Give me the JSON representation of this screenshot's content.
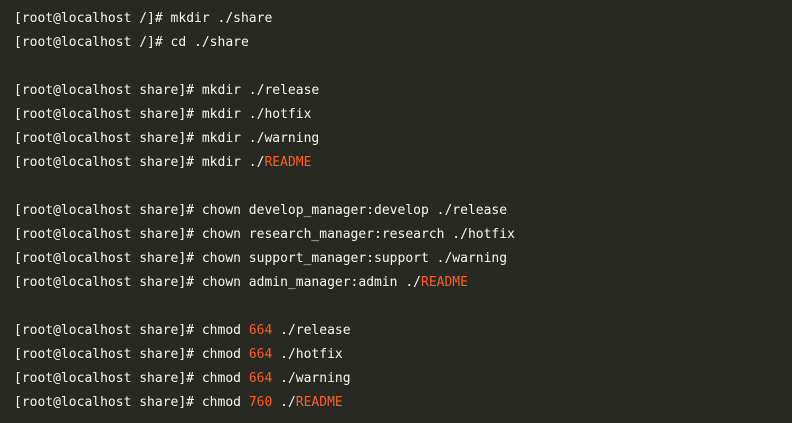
{
  "lines": [
    {
      "prompt": "[root@localhost /]#",
      "parts": [
        {
          "t": " mkdir ./share",
          "c": "cmd"
        }
      ]
    },
    {
      "prompt": "[root@localhost /]#",
      "parts": [
        {
          "t": " cd ./share",
          "c": "cmd"
        }
      ]
    },
    {
      "blank": true
    },
    {
      "prompt": "[root@localhost share]#",
      "parts": [
        {
          "t": " mkdir ./release",
          "c": "cmd"
        }
      ]
    },
    {
      "prompt": "[root@localhost share]#",
      "parts": [
        {
          "t": " mkdir ./hotfix",
          "c": "cmd"
        }
      ]
    },
    {
      "prompt": "[root@localhost share]#",
      "parts": [
        {
          "t": " mkdir ./warning",
          "c": "cmd"
        }
      ]
    },
    {
      "prompt": "[root@localhost share]#",
      "parts": [
        {
          "t": " mkdir ./",
          "c": "cmd"
        },
        {
          "t": "README",
          "c": "hl"
        }
      ]
    },
    {
      "blank": true
    },
    {
      "prompt": "[root@localhost share]#",
      "parts": [
        {
          "t": " chown develop_manager:develop ./release",
          "c": "cmd"
        }
      ]
    },
    {
      "prompt": "[root@localhost share]#",
      "parts": [
        {
          "t": " chown research_manager:research ./hotfix",
          "c": "cmd"
        }
      ]
    },
    {
      "prompt": "[root@localhost share]#",
      "parts": [
        {
          "t": " chown support_manager:support ./warning",
          "c": "cmd"
        }
      ]
    },
    {
      "prompt": "[root@localhost share]#",
      "parts": [
        {
          "t": " chown admin_manager:admin ./",
          "c": "cmd"
        },
        {
          "t": "README",
          "c": "hl"
        }
      ]
    },
    {
      "blank": true
    },
    {
      "prompt": "[root@localhost share]#",
      "parts": [
        {
          "t": " chmod ",
          "c": "cmd"
        },
        {
          "t": "664",
          "c": "mode"
        },
        {
          "t": " ./release",
          "c": "cmd"
        }
      ]
    },
    {
      "prompt": "[root@localhost share]#",
      "parts": [
        {
          "t": " chmod ",
          "c": "cmd"
        },
        {
          "t": "664",
          "c": "mode"
        },
        {
          "t": " ./hotfix",
          "c": "cmd"
        }
      ]
    },
    {
      "prompt": "[root@localhost share]#",
      "parts": [
        {
          "t": " chmod ",
          "c": "cmd"
        },
        {
          "t": "664",
          "c": "mode"
        },
        {
          "t": " ./warning",
          "c": "cmd"
        }
      ]
    },
    {
      "prompt": "[root@localhost share]#",
      "parts": [
        {
          "t": " chmod ",
          "c": "cmd"
        },
        {
          "t": "760",
          "c": "mode"
        },
        {
          "t": " ./",
          "c": "cmd"
        },
        {
          "t": "README",
          "c": "hl"
        }
      ]
    }
  ],
  "colors": {
    "background": "#282923",
    "text": "#f8f8f2",
    "highlight": "#fd5f2f"
  }
}
